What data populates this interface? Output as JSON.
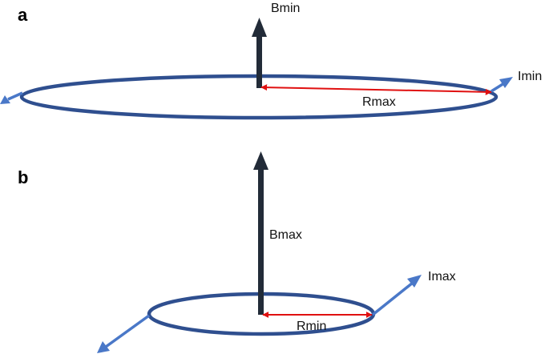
{
  "colors": {
    "loop": "#2f4f8f",
    "field_arrow": "#222b38",
    "current_arrow": "#4a78c8",
    "radius_arrow": "#e01010"
  },
  "panel_a": {
    "label": "a",
    "field_label": "Bmin",
    "radius_label": "Rmax",
    "current_label": "Imin"
  },
  "panel_b": {
    "label": "b",
    "field_label": "Bmax",
    "radius_label": "Rmin",
    "current_label": "Imax"
  }
}
